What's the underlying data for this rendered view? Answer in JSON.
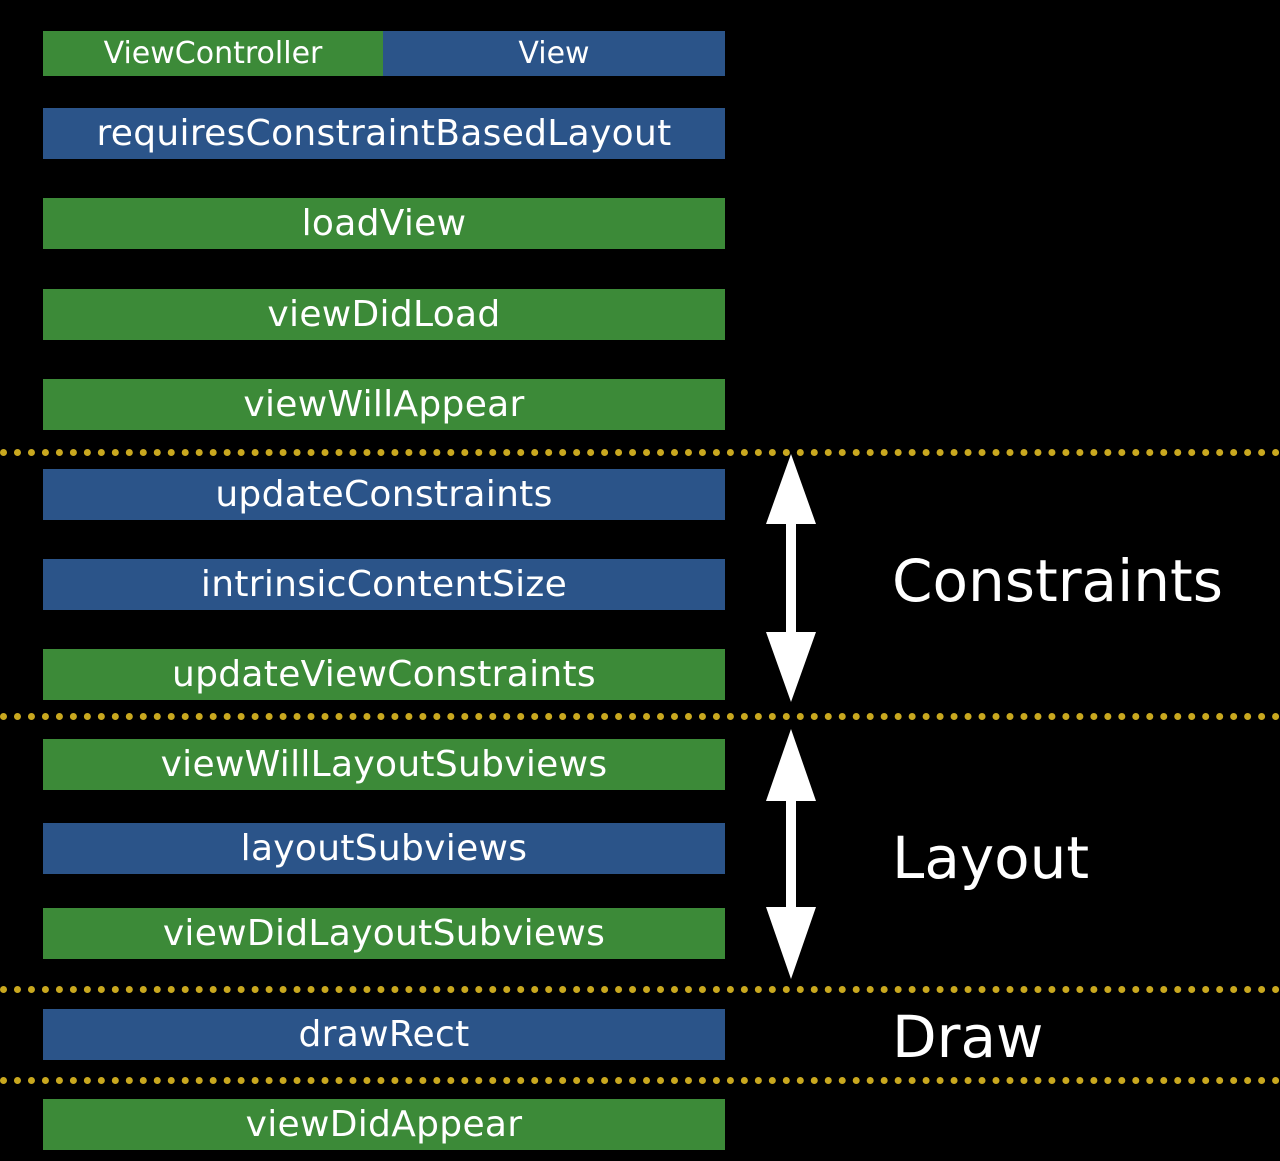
{
  "colors": {
    "viewcontroller": "#3c8a38",
    "view": "#2b5489",
    "divider": "#c9a81f",
    "background": "#000000",
    "text": "#ffffff"
  },
  "legend": {
    "viewcontroller_label": "ViewController",
    "view_label": "View"
  },
  "steps": [
    {
      "label": "requiresConstraintBasedLayout",
      "owner": "view"
    },
    {
      "label": "loadView",
      "owner": "viewcontroller"
    },
    {
      "label": "viewDidLoad",
      "owner": "viewcontroller"
    },
    {
      "label": "viewWillAppear",
      "owner": "viewcontroller"
    },
    {
      "label": "updateConstraints",
      "owner": "view"
    },
    {
      "label": "intrinsicContentSize",
      "owner": "view"
    },
    {
      "label": "updateViewConstraints",
      "owner": "viewcontroller"
    },
    {
      "label": "viewWillLayoutSubviews",
      "owner": "viewcontroller"
    },
    {
      "label": "layoutSubviews",
      "owner": "view"
    },
    {
      "label": "viewDidLayoutSubviews",
      "owner": "viewcontroller"
    },
    {
      "label": "drawRect",
      "owner": "view"
    },
    {
      "label": "viewDidAppear",
      "owner": "viewcontroller"
    }
  ],
  "phases": {
    "constraints": "Constraints",
    "layout": "Layout",
    "draw": "Draw"
  },
  "icons": {
    "phase_arrow": "double-headed-vertical-arrow"
  }
}
